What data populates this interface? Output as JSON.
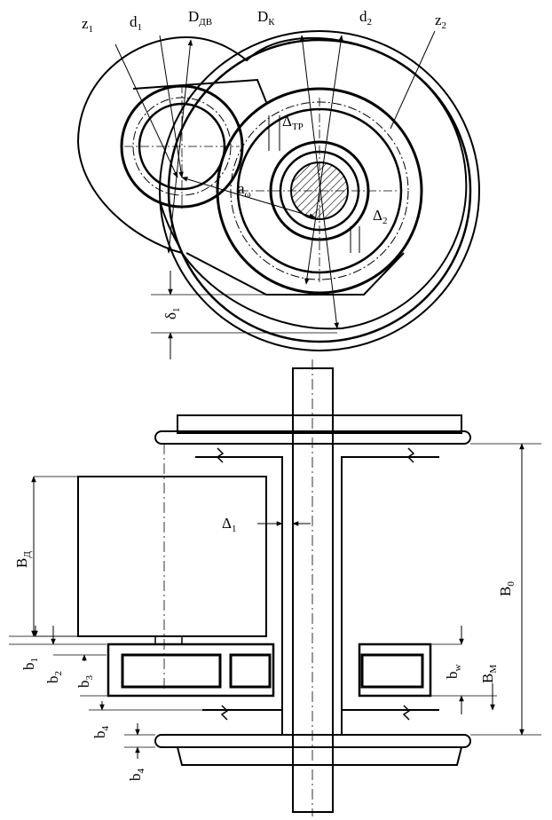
{
  "top_view": {
    "labels": {
      "z1": {
        "main": "z",
        "sub": "1"
      },
      "d1": {
        "main": "d",
        "sub": "1"
      },
      "d_dv": {
        "main": "D",
        "sub": "ДВ"
      },
      "d_k": {
        "main": "D",
        "sub": "К"
      },
      "d2": {
        "main": "d",
        "sub": "2"
      },
      "z2": {
        "main": "z",
        "sub": "2"
      },
      "delta_tr": {
        "main": "Δ",
        "sub": "ТР"
      },
      "a_omega": {
        "main": "a",
        "sub": "ω"
      },
      "delta2": {
        "main": "Δ",
        "sub": "2"
      },
      "delta_small_1": {
        "main": "δ",
        "sub": "1"
      }
    }
  },
  "side_view": {
    "labels": {
      "b_d": {
        "main": "B",
        "sub": "Д"
      },
      "delta1": {
        "main": "Δ",
        "sub": "1"
      },
      "b0": {
        "main": "B",
        "sub": "0"
      },
      "b_m": {
        "main": "B",
        "sub": "М"
      },
      "b_w": {
        "main": "b",
        "sub": "w"
      },
      "b1": {
        "main": "b",
        "sub": "1"
      },
      "b2": {
        "main": "b",
        "sub": "2"
      },
      "b3": {
        "main": "b",
        "sub": "3"
      },
      "b4_a": {
        "main": "b",
        "sub": "4"
      },
      "b4_b": {
        "main": "b",
        "sub": "4"
      }
    }
  },
  "colors": {
    "ink": "#000000",
    "paper": "#ffffff"
  }
}
